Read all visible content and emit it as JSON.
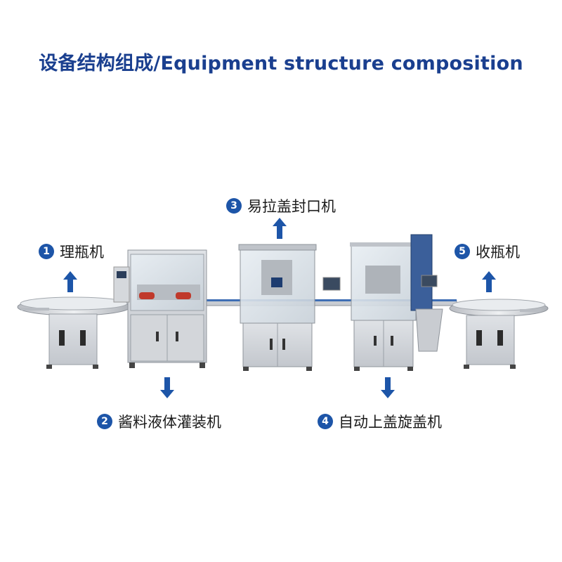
{
  "title": "设备结构组成/Equipment structure composition",
  "colors": {
    "title": "#1a3f8f",
    "accent": "#1d55a8",
    "steel": "#c9ccd1"
  },
  "stations": [
    {
      "num": "1",
      "label": "理瓶机",
      "arrow": "up"
    },
    {
      "num": "2",
      "label": "酱料液体灌装机",
      "arrow": "down"
    },
    {
      "num": "3",
      "label": "易拉盖封口机",
      "arrow": "up"
    },
    {
      "num": "4",
      "label": "自动上盖旋盖机",
      "arrow": "down"
    },
    {
      "num": "5",
      "label": "收瓶机",
      "arrow": "up"
    }
  ]
}
